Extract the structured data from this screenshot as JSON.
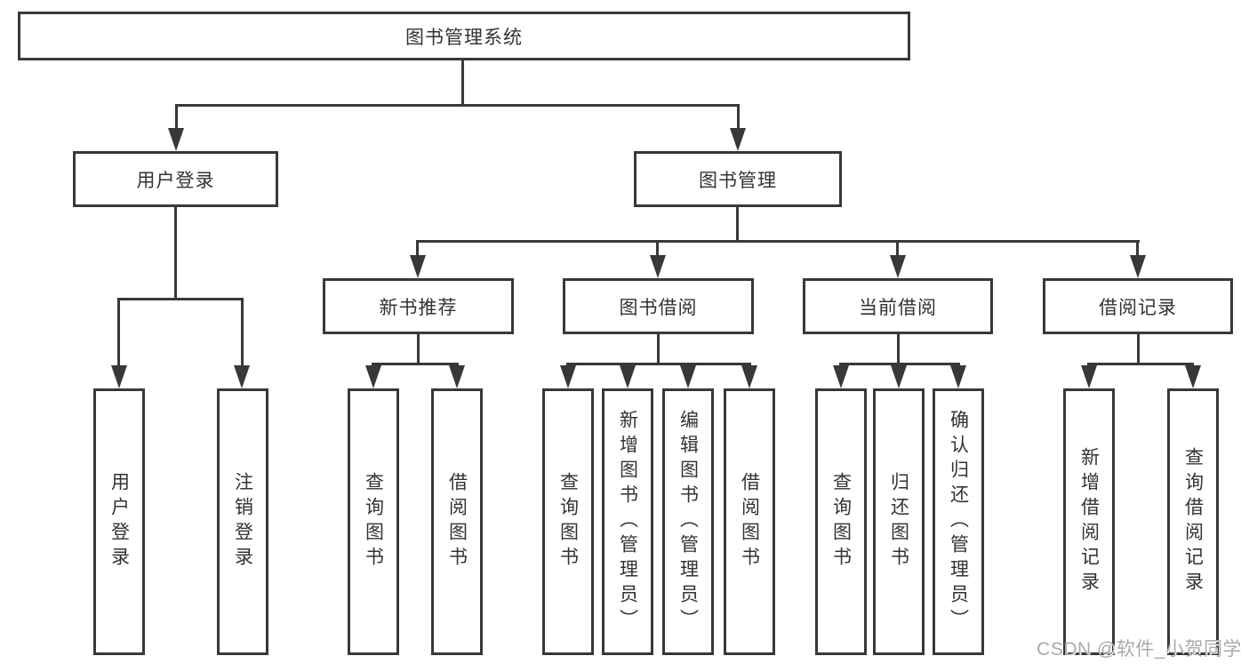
{
  "diagram": {
    "root": {
      "label": "图书管理系统"
    },
    "level1": [
      {
        "label": "用户登录"
      },
      {
        "label": "图书管理"
      }
    ],
    "level2": [
      {
        "label": "新书推荐"
      },
      {
        "label": "图书借阅"
      },
      {
        "label": "当前借阅"
      },
      {
        "label": "借阅记录"
      }
    ],
    "leaves": {
      "user_login": [
        {
          "label": "用户登录"
        },
        {
          "label": "注销登录"
        }
      ],
      "new_book": [
        {
          "label": "查询图书"
        },
        {
          "label": "借阅图书"
        }
      ],
      "book_borrow": [
        {
          "label": "查询图书"
        },
        {
          "label": "新增图书（管理员）"
        },
        {
          "label": "编辑图书（管理员）"
        },
        {
          "label": "借阅图书"
        }
      ],
      "current_borrow": [
        {
          "label": "查询图书"
        },
        {
          "label": "归还图书"
        },
        {
          "label": "确认归还（管理员）"
        }
      ],
      "borrow_record": [
        {
          "label": "新增借阅记录"
        },
        {
          "label": "查询借阅记录"
        }
      ]
    }
  },
  "watermark": {
    "text": "CSDN @软件_小贺同学"
  },
  "colors": {
    "line": "#383838",
    "text": "#333333",
    "background": "#ffffff",
    "watermark": "#aaaaaa"
  }
}
